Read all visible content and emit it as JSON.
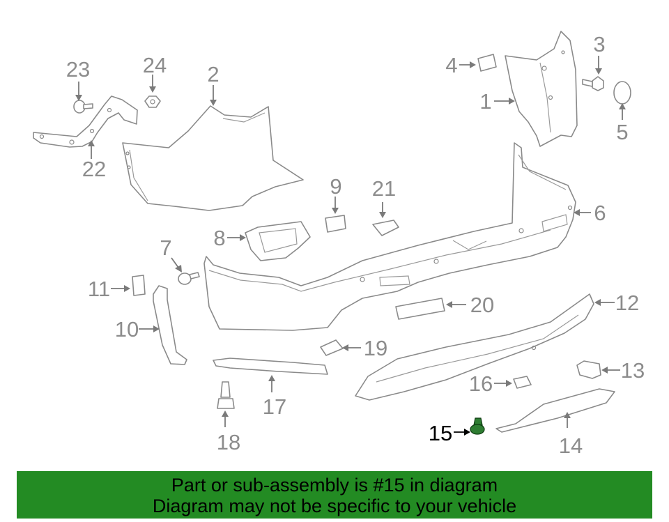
{
  "callouts": {
    "c1": "1",
    "c2": "2",
    "c3": "3",
    "c4": "4",
    "c5": "5",
    "c6": "6",
    "c7": "7",
    "c8": "8",
    "c9": "9",
    "c10": "10",
    "c11": "11",
    "c12": "12",
    "c13": "13",
    "c14": "14",
    "c15": "15",
    "c16": "16",
    "c17": "17",
    "c18": "18",
    "c19": "19",
    "c20": "20",
    "c21": "21",
    "c22": "22",
    "c23": "23",
    "c24": "24"
  },
  "highlight": {
    "part": "15",
    "color": "#2e7d32"
  },
  "banner": {
    "line1": "Part or sub-assembly is #15 in diagram",
    "line2": "Diagram may not be specific to your vehicle",
    "background": "#238b23"
  }
}
